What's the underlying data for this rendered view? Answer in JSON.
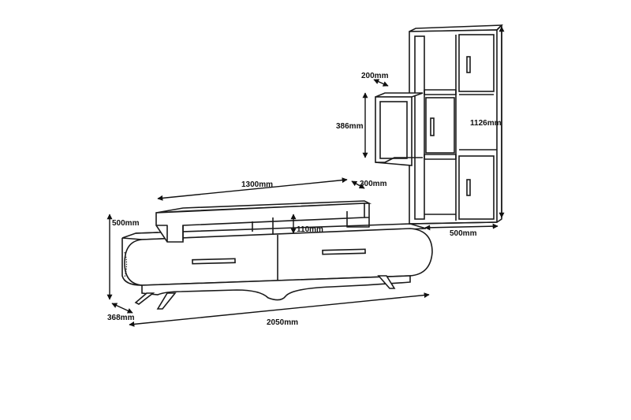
{
  "dimensions": {
    "tv_top_width": "1300mm",
    "tv_top_depth": "300mm",
    "tv_shelf_height": "110mm",
    "tv_height": "500mm",
    "tv_depth": "368mm",
    "tv_width": "2050mm",
    "shelf_depth": "200mm",
    "shelf_height": "386mm",
    "bookcase_height": "1126mm",
    "bookcase_width": "500mm"
  }
}
